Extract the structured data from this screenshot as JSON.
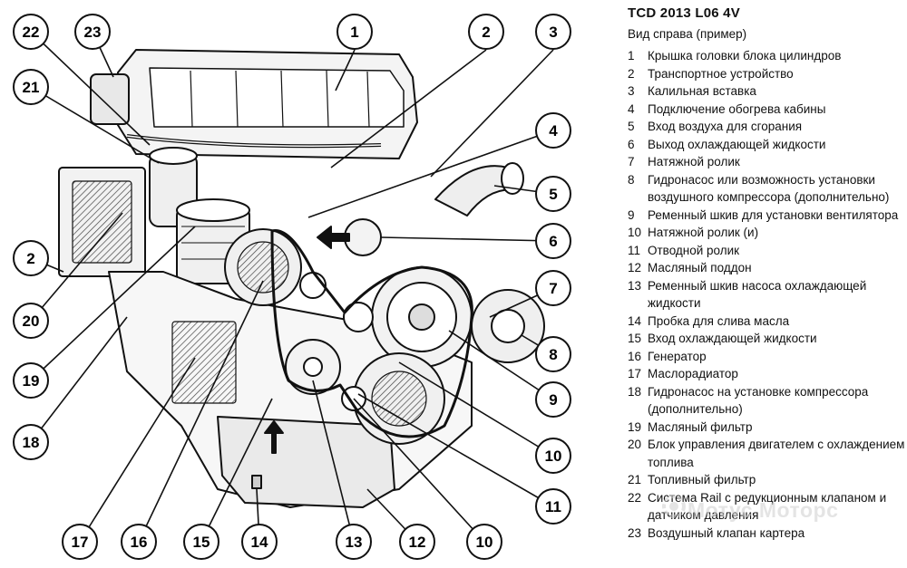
{
  "title": "TCD 2013 L06 4V",
  "subtitle": "Вид справа (пример)",
  "callouts": [
    {
      "num": "1"
    },
    {
      "num": "2"
    },
    {
      "num": "3"
    },
    {
      "num": "4"
    },
    {
      "num": "5"
    },
    {
      "num": "6"
    },
    {
      "num": "7"
    },
    {
      "num": "8"
    },
    {
      "num": "9"
    },
    {
      "num": "10"
    },
    {
      "num": "11"
    },
    {
      "num": "12"
    },
    {
      "num": "13"
    },
    {
      "num": "14"
    },
    {
      "num": "15"
    },
    {
      "num": "16"
    },
    {
      "num": "17"
    },
    {
      "num": "18"
    },
    {
      "num": "19"
    },
    {
      "num": "20"
    },
    {
      "num": "21"
    },
    {
      "num": "22"
    },
    {
      "num": "23"
    },
    {
      "num": "2"
    },
    {
      "num": "10"
    }
  ],
  "legend": [
    {
      "num": "1",
      "text": "Крышка головки блока цилиндров"
    },
    {
      "num": "2",
      "text": "Транспортное устройство"
    },
    {
      "num": "3",
      "text": "Калильная вставка"
    },
    {
      "num": "4",
      "text": "Подключение обогрева кабины"
    },
    {
      "num": "5",
      "text": "Вход воздуха для сгорания"
    },
    {
      "num": "6",
      "text": "Выход охлаждающей жидкости"
    },
    {
      "num": "7",
      "text": "Натяжной ролик"
    },
    {
      "num": "8",
      "text": "Гидронасос или возможность установки воздушного компрессора (дополнительно)"
    },
    {
      "num": "9",
      "text": "Ременный шкив для установки вентилятора"
    },
    {
      "num": "10",
      "text": "Натяжной ролик (и)"
    },
    {
      "num": "11",
      "text": "Отводной ролик"
    },
    {
      "num": "12",
      "text": "Масляный поддон"
    },
    {
      "num": "13",
      "text": "Ременный шкив насоса охлаждающей жидкости"
    },
    {
      "num": "14",
      "text": "Пробка для слива масла"
    },
    {
      "num": "15",
      "text": "Вход охлаждающей жидкости"
    },
    {
      "num": "16",
      "text": "Генератор"
    },
    {
      "num": "17",
      "text": "Маслорадиатор"
    },
    {
      "num": "18",
      "text": "Гидронасос на установке компрессора (дополнительно)"
    },
    {
      "num": "19",
      "text": "Масляный фильтр"
    },
    {
      "num": "20",
      "text": "Блок управления двигателем с охлаждением топлива"
    },
    {
      "num": "21",
      "text": "Топливный фильтр"
    },
    {
      "num": "22",
      "text": "Система Rail с редукционным клапаном и датчиком давления"
    },
    {
      "num": "23",
      "text": "Воздушный клапан картера"
    }
  ],
  "watermark": "Мотус Моторс"
}
